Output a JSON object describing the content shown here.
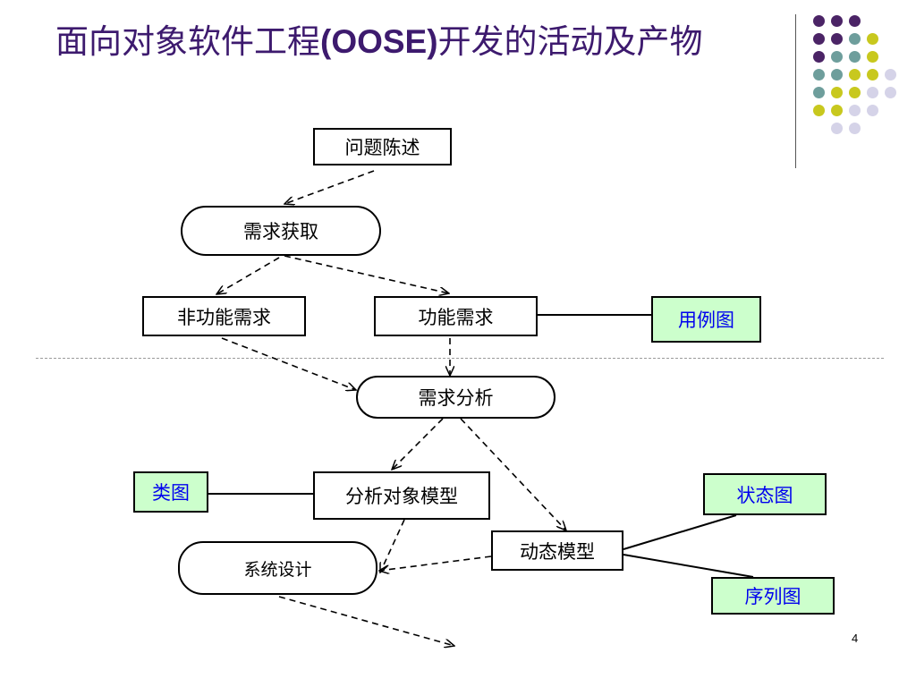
{
  "slide": {
    "title_prefix": "面向对象软件工程",
    "title_latin": "(OOSE)",
    "title_suffix": "开发的活动及产物",
    "page_number": "4"
  },
  "decoration": {
    "dot_colors": {
      "purple": "#4b2466",
      "teal": "#6e9e9c",
      "olive": "#c8c81e",
      "lavender": "#d5d3e8"
    }
  },
  "nodes": {
    "problem_statement": "问题陈述",
    "requirements_elicitation": "需求获取",
    "nonfunctional_requirements": "非功能需求",
    "functional_requirements": "功能需求",
    "use_case_diagram": "用例图",
    "requirements_analysis": "需求分析",
    "class_diagram": "类图",
    "analysis_object_model": "分析对象模型",
    "state_diagram": "状态图",
    "dynamic_model": "动态模型",
    "system_design": "系统设计",
    "sequence_diagram": "序列图"
  }
}
